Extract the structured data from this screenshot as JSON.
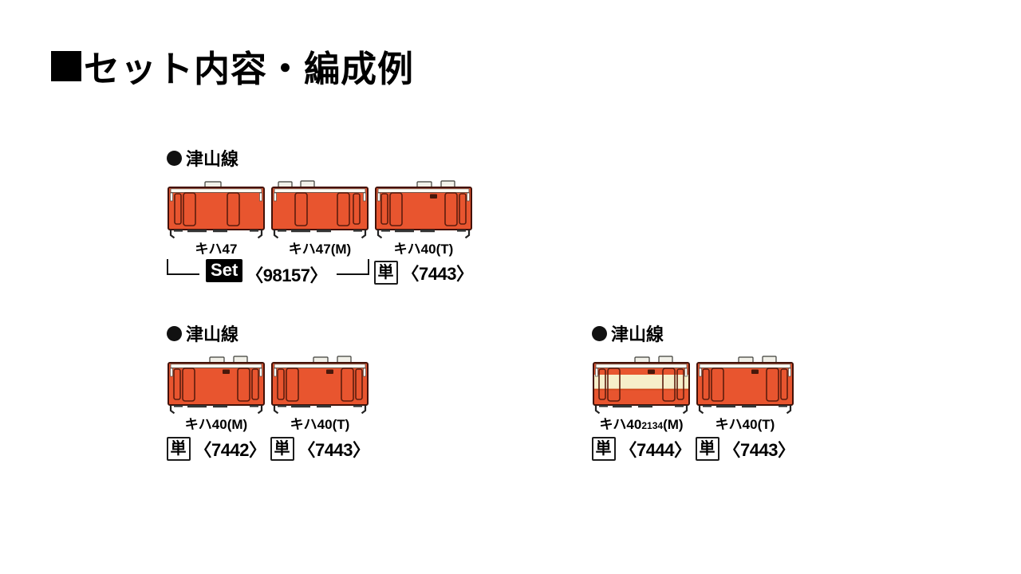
{
  "title": "セット内容・編成例",
  "groups": [
    {
      "line_label": "津山線",
      "cars": [
        {
          "name_pre": "キハ47",
          "name_sub": "",
          "name_post": ""
        },
        {
          "name_pre": "キハ47",
          "name_sub": "",
          "name_post": "(M)"
        },
        {
          "name_pre": "キハ40",
          "name_sub": "",
          "name_post": "(T)"
        }
      ],
      "set_badge": "Set",
      "set_number": "〈98157〉",
      "single_badge": "単",
      "single_number": "〈7443〉"
    },
    {
      "line_label": "津山線",
      "cars": [
        {
          "name_pre": "キハ40",
          "name_sub": "",
          "name_post": "(M)",
          "single_badge": "単",
          "single_number": "〈7442〉"
        },
        {
          "name_pre": "キハ40",
          "name_sub": "",
          "name_post": "(T)",
          "single_badge": "単",
          "single_number": "〈7443〉"
        }
      ]
    },
    {
      "line_label": "津山線",
      "cars": [
        {
          "name_pre": "キハ40",
          "name_sub": "2134",
          "name_post": "(M)",
          "single_badge": "単",
          "single_number": "〈7444〉"
        },
        {
          "name_pre": "キハ40",
          "name_sub": "",
          "name_post": "(T)",
          "single_badge": "単",
          "single_number": "〈7443〉"
        }
      ]
    }
  ],
  "colors": {
    "car_body_orange": "#e8552f",
    "car_cream_band": "#f6efca",
    "car_outline": "#431208",
    "set_badge_bg": "#000000",
    "text": "#000000"
  }
}
